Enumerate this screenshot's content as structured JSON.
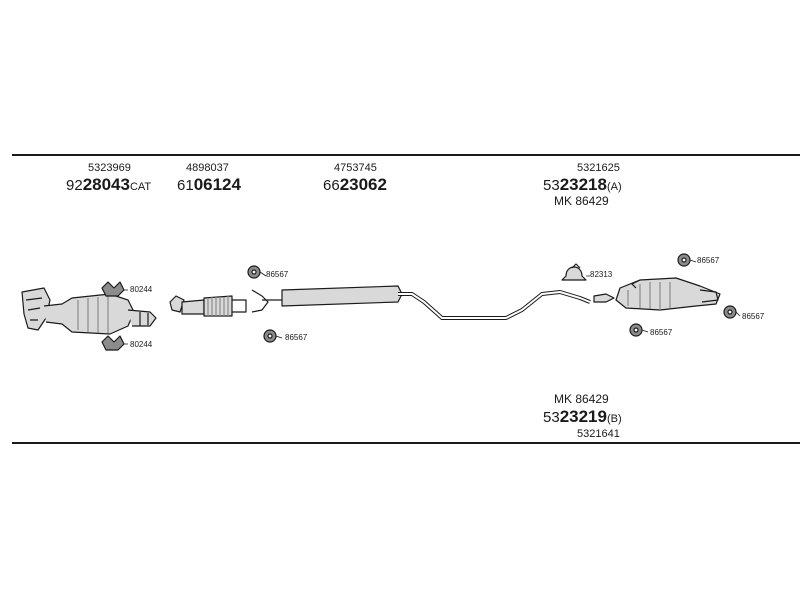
{
  "groups": [
    {
      "top_number": "5323969",
      "main_prefix": "92",
      "main_bold": "28043",
      "main_suffix": "CAT"
    },
    {
      "top_number": "4898037",
      "main_prefix": "61",
      "main_bold": "06124",
      "main_suffix": ""
    },
    {
      "top_number": "4753745",
      "main_prefix": "66",
      "main_bold": "23062",
      "main_suffix": ""
    },
    {
      "top_number": "5321625",
      "main_prefix": "53",
      "main_bold": "23218",
      "main_suffix": "(A)",
      "mk": "MK  86429"
    }
  ],
  "bottom_group": {
    "mk": "MK  86429",
    "main_prefix": "53",
    "main_bold": "23219",
    "main_suffix": "(B)",
    "bottom_number": "5321641"
  },
  "callouts": [
    "80244",
    "80244",
    "86567",
    "86567",
    "82313",
    "86567",
    "86567",
    "86567"
  ],
  "colors": {
    "line": "#1a1a1a",
    "part_fill": "#d9d9d9",
    "part_dark": "#8c8c8c"
  }
}
